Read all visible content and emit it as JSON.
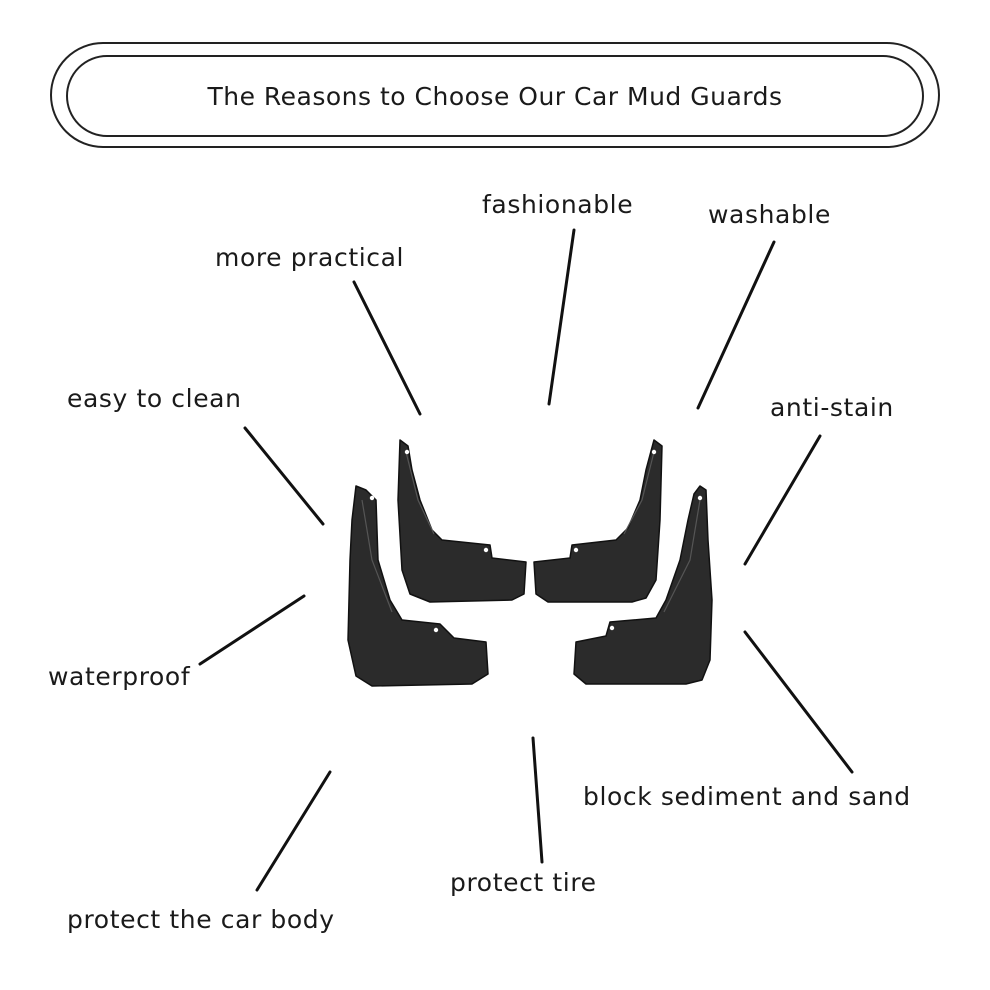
{
  "title": "The Reasons to Choose Our Car Mud Guards",
  "features": {
    "fashionable": "fashionable",
    "washable": "washable",
    "more_practical": "more practical",
    "easy_to_clean": "easy to clean",
    "anti_stain": "anti-stain",
    "waterproof": "waterproof",
    "block_sediment": "block sediment and sand",
    "protect_tire": "protect tire",
    "protect_car_body": "protect the car body"
  },
  "colors": {
    "line": "#111111",
    "mudguard": "#2b2b2b"
  }
}
